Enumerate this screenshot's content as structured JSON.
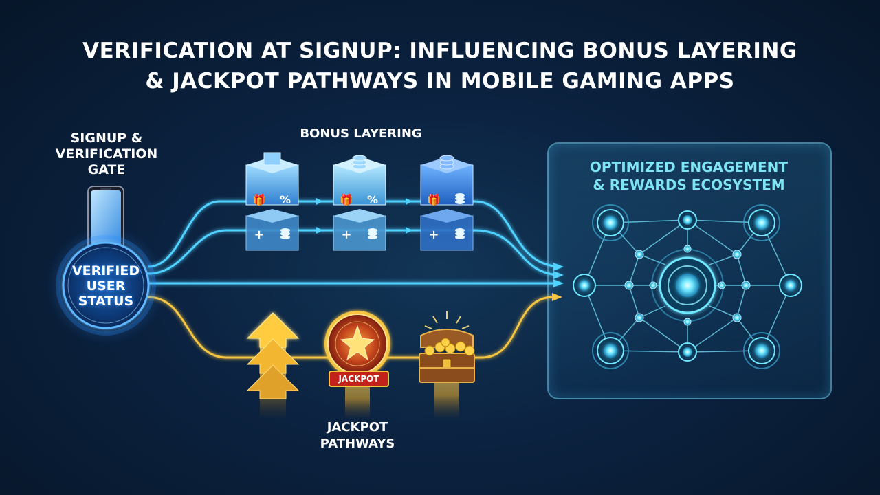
{
  "title": {
    "line1": "VERIFICATION AT SIGNUP: INFLUENCING BONUS LAYERING",
    "line2": "& JACKPOT PATHWAYS IN MOBILE GAMING APPS"
  },
  "gate": {
    "line1": "SIGNUP &",
    "line2": "VERIFICATION",
    "line3": "GATE"
  },
  "verified": {
    "line1": "VERIFIED",
    "line2": "USER",
    "line3": "STATUS"
  },
  "bonus_label": "BONUS LAYERING",
  "bonus_icons": {
    "top": [
      "gift-icon",
      "percent-icon",
      "gift-icon",
      "percent-icon",
      "gift-icon",
      "coins-icon"
    ],
    "bottom": [
      "plus-icon",
      "coins-icon"
    ],
    "percent_glyph": "%",
    "plus_glyph": "+"
  },
  "jackpot_label": {
    "line1": "JACKPOT",
    "line2": "PATHWAYS"
  },
  "jackpot_badge": "JACKPOT",
  "ecosystem": {
    "line1": "OPTIMIZED ENGAGEMENT",
    "line2": "& REWARDS ECOSYSTEM"
  },
  "colors": {
    "blue_path": "#4fd2ff",
    "gold_path": "#f5c542",
    "node_glow": "#6fe7ff",
    "panel_text": "#7ee3f2"
  }
}
